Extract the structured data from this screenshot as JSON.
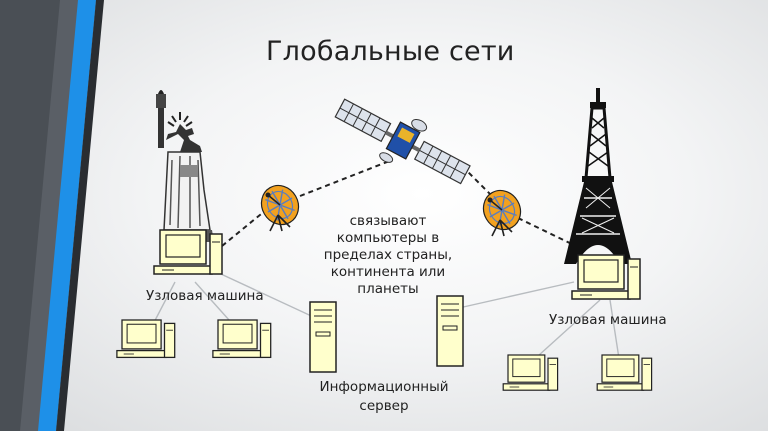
{
  "slide": {
    "title": "Глобальные сети",
    "description_lines": [
      "связывают",
      "компьютеры в",
      "пределах страны,",
      "континента или",
      "планеты"
    ],
    "node_label_left": "Узловая машина",
    "node_label_right": "Узловая машина",
    "server_label_lines": [
      "Информационный",
      "сервер"
    ]
  },
  "colors": {
    "accent_bar": "#1e90e8",
    "dark_bar": "#4a4f55",
    "computer_fill": "#ffffcc"
  },
  "icons": [
    "statue-of-liberty-icon",
    "eiffel-tower-icon",
    "satellite-icon",
    "satellite-dish-icon",
    "computer-icon",
    "server-icon"
  ]
}
